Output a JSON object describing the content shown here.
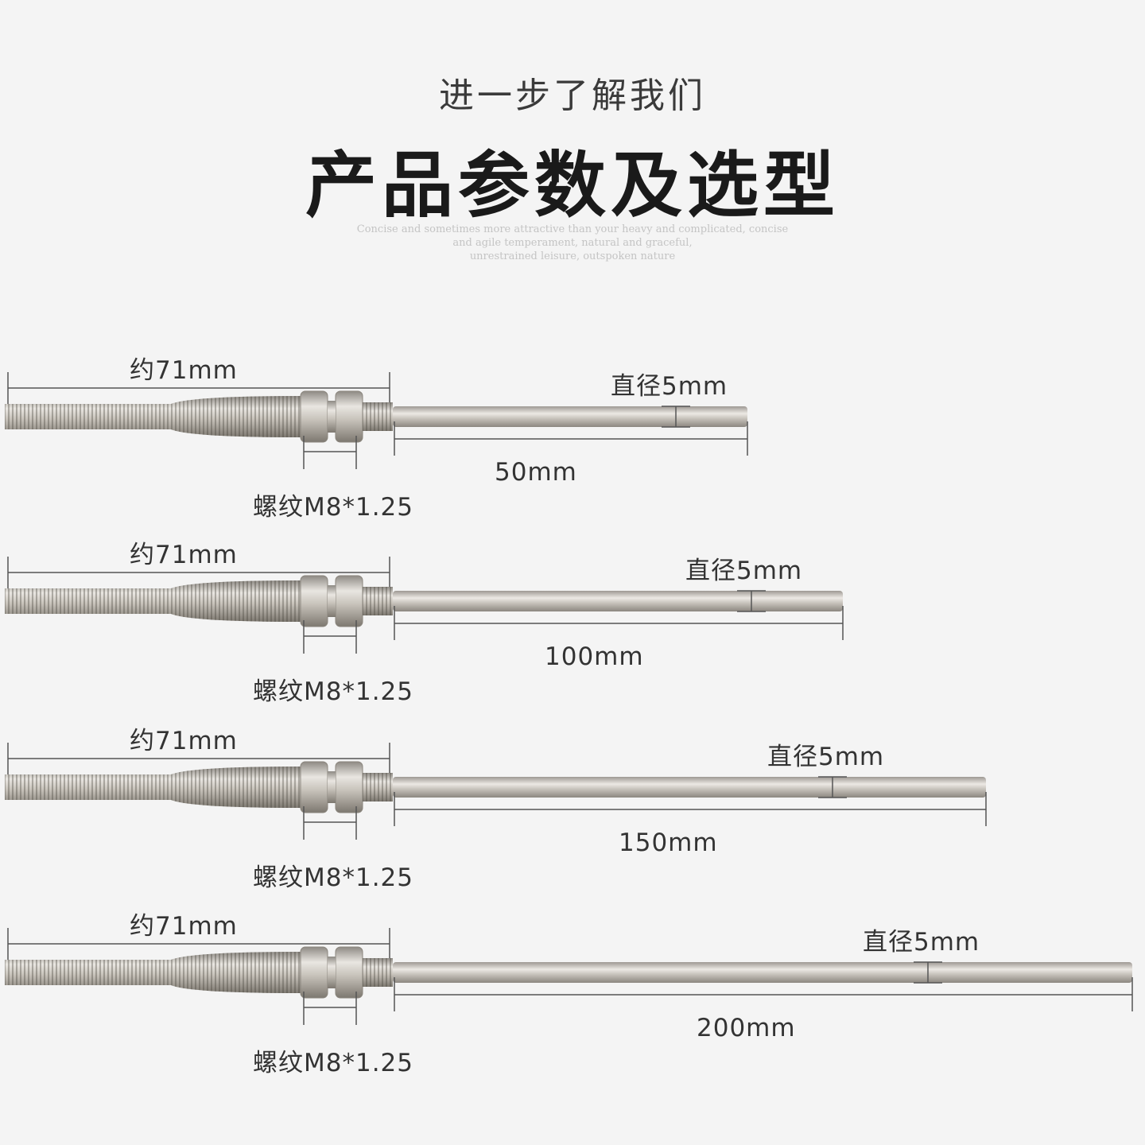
{
  "header": {
    "subtitle": "进一步了解我们",
    "title": "产品参数及选型",
    "tagline": [
      "Concise and sometimes more attractive than your heavy and complicated, concise",
      "and agile temperament, natural and graceful,",
      "unrestrained leisure, outspoken nature"
    ]
  },
  "probes": [
    {
      "total_label": "约71mm",
      "thread_label": "螺纹M8*1.25",
      "length_label": "50mm",
      "diameter_label": "直径5mm"
    },
    {
      "total_label": "约71mm",
      "thread_label": "螺纹M8*1.25",
      "length_label": "100mm",
      "diameter_label": "直径5mm"
    },
    {
      "total_label": "约71mm",
      "thread_label": "螺纹M8*1.25",
      "length_label": "150mm",
      "diameter_label": "直径5mm"
    },
    {
      "total_label": "约71mm",
      "thread_label": "螺纹M8*1.25",
      "length_label": "200mm",
      "diameter_label": "直径5mm"
    }
  ]
}
